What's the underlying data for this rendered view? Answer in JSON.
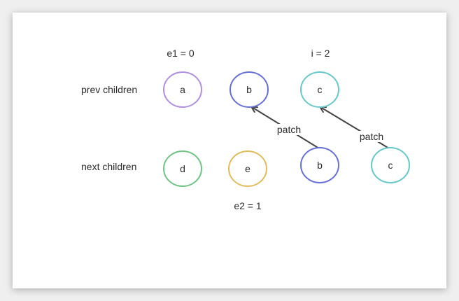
{
  "rows": {
    "prev_label": "prev children",
    "next_label": "next children"
  },
  "markers": {
    "e1": "e1 = 0",
    "i": "i = 2",
    "e2": "e2 = 1"
  },
  "prev_nodes": [
    {
      "label": "a",
      "color": "#b08ee0"
    },
    {
      "label": "b",
      "color": "#6670d4"
    },
    {
      "label": "c",
      "color": "#66c8c8"
    }
  ],
  "next_nodes": [
    {
      "label": "d",
      "color": "#6fc483"
    },
    {
      "label": "e",
      "color": "#e0bb5a"
    },
    {
      "label": "b",
      "color": "#6670d4"
    },
    {
      "label": "c",
      "color": "#66c8c8"
    }
  ],
  "edges": [
    {
      "label": "patch"
    },
    {
      "label": "patch"
    }
  ]
}
